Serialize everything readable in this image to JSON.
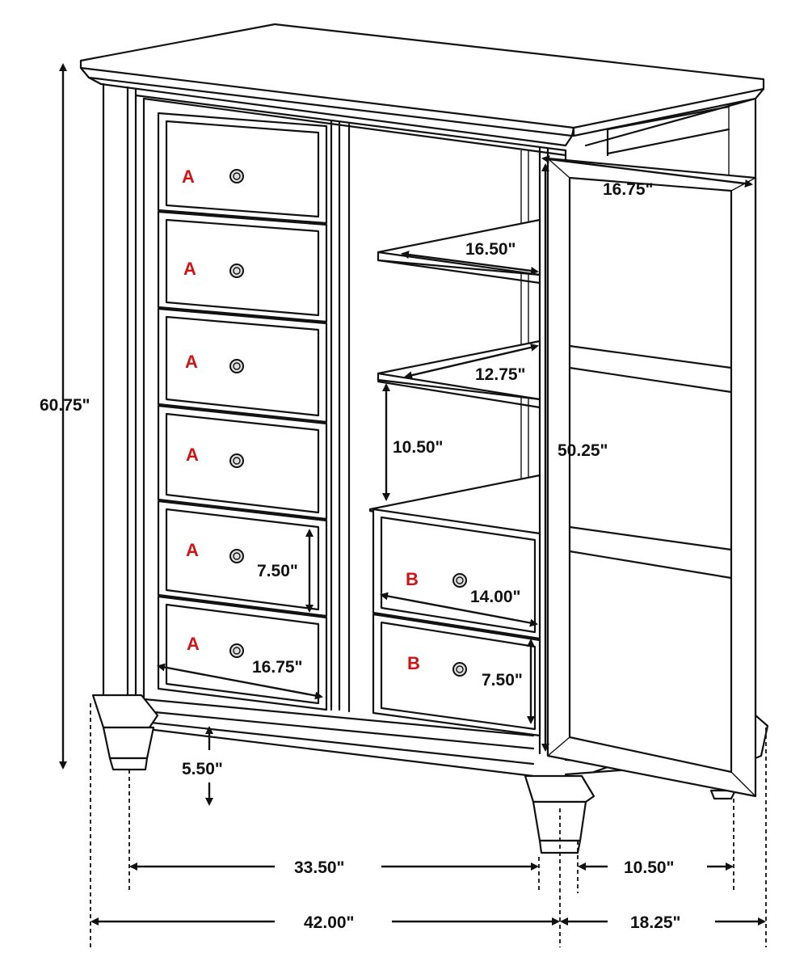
{
  "dimensions": {
    "overall_height": "60.75\"",
    "door_width": "16.75\"",
    "shelf_depth": "16.50\"",
    "shelf_width": "12.75\"",
    "shelf_spacing": "10.50\"",
    "door_height": "50.25\"",
    "drawer_a_height": "7.50\"",
    "drawer_a_width": "16.75\"",
    "drawer_b_width": "14.00\"",
    "drawer_b_height": "7.50\"",
    "clearance": "5.50\"",
    "inner_width": "33.50\"",
    "inner_depth": "10.50\"",
    "overall_width": "42.00\"",
    "overall_depth": "18.25\""
  },
  "drawer_labels": {
    "a1": "A",
    "a2": "A",
    "a3": "A",
    "a4": "A",
    "a5": "A",
    "a6": "A",
    "b1": "B",
    "b2": "B"
  },
  "colors": {
    "line": "#111111",
    "label": "#d01414",
    "background": "#ffffff"
  }
}
